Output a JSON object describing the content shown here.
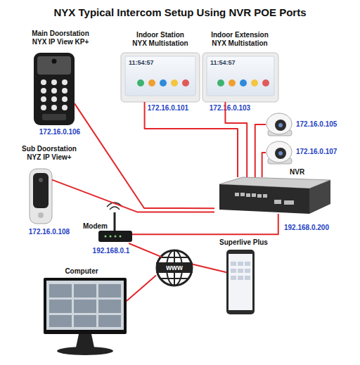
{
  "diagram": {
    "title": "NYX Typical Intercom Setup Using NVR POE Ports",
    "nodes": [
      {
        "text": [
          "Main Doorstation NYX IP View KP+",
          "172.16.0.106"
        ]
      },
      {
        "text": [
          "Indoor Station NYX Multistation",
          "172.16.0.101"
        ]
      },
      {
        "text": [
          "Indoor Extension NYX Multistation",
          "172.16.0.103"
        ]
      },
      {
        "text": [
          "172.16.0.105"
        ]
      },
      {
        "text": [
          "172.16.0.107"
        ]
      },
      {
        "text": [
          "Sub Doorstation NYZ IP View+",
          "172.16.0.108"
        ]
      },
      {
        "text": [
          "NVR",
          "192.168.0.200"
        ]
      },
      {
        "text": [
          "Modem",
          "192.168.0.1"
        ]
      },
      {
        "text": [
          "www"
        ]
      },
      {
        "text": [
          "Superlive Plus"
        ]
      },
      {
        "text": [
          "Computer"
        ]
      }
    ],
    "edges": [
      {
        "from": 0,
        "to": 6,
        "arrow": "none"
      },
      {
        "from": 1,
        "to": 6,
        "arrow": "none"
      },
      {
        "from": 2,
        "to": 6,
        "arrow": "none"
      },
      {
        "from": 3,
        "to": 6,
        "arrow": "none"
      },
      {
        "from": 4,
        "to": 6,
        "arrow": "none"
      },
      {
        "from": 5,
        "to": 6,
        "arrow": "none"
      },
      {
        "from": 6,
        "to": 7,
        "arrow": "none"
      },
      {
        "from": 7,
        "to": 8,
        "arrow": "none"
      },
      {
        "from": 8,
        "to": 10,
        "arrow": "none"
      },
      {
        "from": 8,
        "to": 9,
        "arrow": "none"
      }
    ],
    "labels": [
      "11:54:57",
      "11:54:57"
    ]
  }
}
